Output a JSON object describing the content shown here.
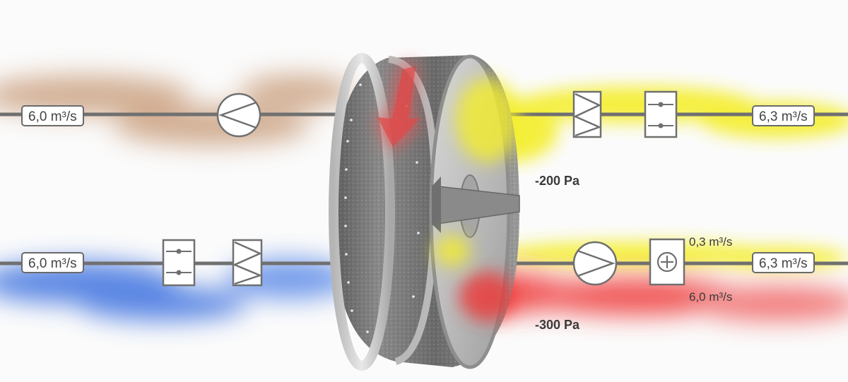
{
  "flows": {
    "top_left": "6,0 m³/s",
    "bottom_left": "6,0 m³/s",
    "top_right": "6,3 m³/s",
    "bottom_right": "6,3 m³/s",
    "bottom_right_upper": "0,3 m³/s",
    "bottom_right_lower": "6,0 m³/s"
  },
  "pressures": {
    "upper": "-200 Pa",
    "lower": "-300 Pa"
  },
  "colors": {
    "exhaust_brown": "#c49470",
    "outdoor_blue": "#3f73e0",
    "supply_yellow": "#f4ee2c",
    "leak_red": "#ef3434",
    "duct_line": "#707070"
  }
}
